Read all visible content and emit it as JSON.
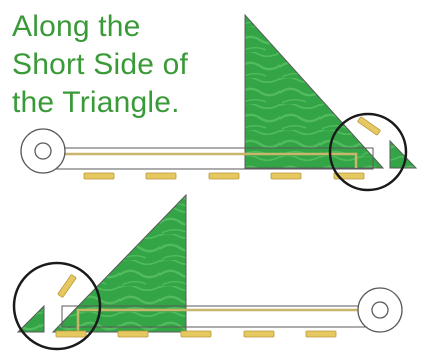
{
  "caption": {
    "lines": [
      "Along the",
      "Short Side of",
      "the Triangle."
    ]
  },
  "colors": {
    "caption_text": "#3a9a38",
    "triangle_fill": "#33a547",
    "triangle_pattern": "#52bb5e",
    "edge_line": "#c8b66a",
    "tape_dash": "#e6c860",
    "tape_dash_edge": "#b9993a",
    "outline": "#5a5a5a",
    "circle_marker": "#1a1a1a"
  },
  "icons": {
    "roll_end": "tape-roll-icon",
    "focus_ring": "highlight-circle-icon"
  },
  "panels": [
    {
      "name": "top",
      "orientation": "roll-left"
    },
    {
      "name": "bottom",
      "orientation": "roll-right"
    }
  ]
}
